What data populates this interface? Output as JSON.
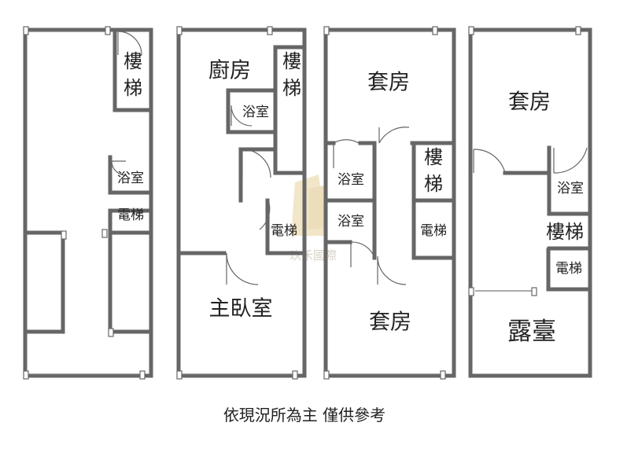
{
  "floors": [
    {
      "rooms": [
        {
          "id": "stair",
          "label": "樓梯"
        },
        {
          "id": "bath",
          "label": "浴室"
        },
        {
          "id": "elevator",
          "label": "電梯"
        }
      ]
    },
    {
      "rooms": [
        {
          "id": "kitchen",
          "label": "廚房"
        },
        {
          "id": "stair",
          "label": "樓梯"
        },
        {
          "id": "bath",
          "label": "浴室"
        },
        {
          "id": "elevator",
          "label": "電梯"
        },
        {
          "id": "master",
          "label": "主臥室"
        }
      ]
    },
    {
      "rooms": [
        {
          "id": "suite-top",
          "label": "套房"
        },
        {
          "id": "bath-1",
          "label": "浴室"
        },
        {
          "id": "bath-2",
          "label": "浴室"
        },
        {
          "id": "stair",
          "label": "樓梯"
        },
        {
          "id": "elevator",
          "label": "電梯"
        },
        {
          "id": "suite-bottom",
          "label": "套房"
        }
      ]
    },
    {
      "rooms": [
        {
          "id": "suite",
          "label": "套房"
        },
        {
          "id": "bath",
          "label": "浴室"
        },
        {
          "id": "stair",
          "label": "樓梯"
        },
        {
          "id": "elevator",
          "label": "電梯"
        },
        {
          "id": "terrace",
          "label": "露臺"
        }
      ]
    }
  ],
  "watermark": "玖禾國際",
  "note": "依現況所為主 僅供參考",
  "colors": {
    "wall": "#666666",
    "text": "#222222"
  }
}
